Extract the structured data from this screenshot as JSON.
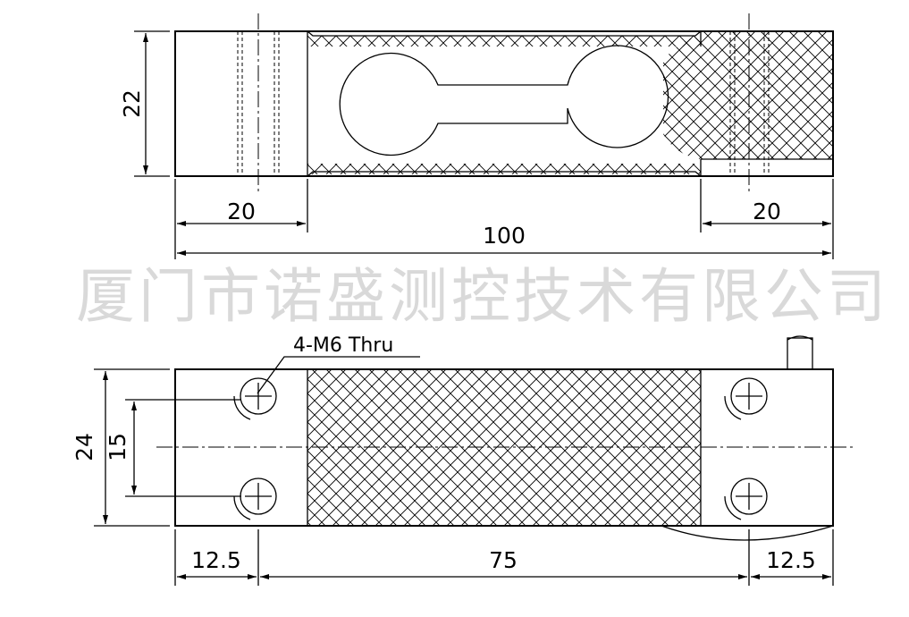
{
  "watermark": "厦门市诺盛测控技术有限公司",
  "top_view": {
    "dim_height": "22",
    "dim_left_block": "20",
    "dim_right_block": "20",
    "dim_total_length": "100"
  },
  "bottom_view": {
    "hole_note": "4-M6 Thru",
    "dim_width": "24",
    "dim_hole_spacing": "15",
    "dim_left_offset": "12.5",
    "dim_hole_pitch": "75",
    "dim_right_offset": "12.5"
  }
}
